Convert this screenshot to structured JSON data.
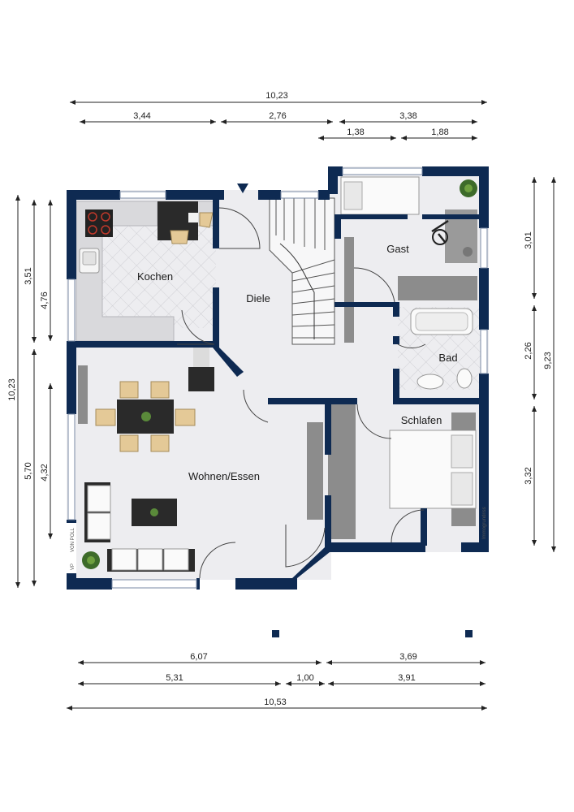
{
  "colors": {
    "wall": "#0e2a52",
    "floor": "#ededf0",
    "tile": "#e6e6e9",
    "dimension": "#222222",
    "furniture_dark": "#2a2a2a",
    "furniture_grey": "#8c8c8c"
  },
  "rooms": {
    "kochen": "Kochen",
    "diele": "Diele",
    "gast": "Gast",
    "bad": "Bad",
    "schlafen": "Schlafen",
    "wohnen": "Wohnen/Essen"
  },
  "dimensions": {
    "top_total": "10,23",
    "top_left": "3,44",
    "top_middle": "2,76",
    "top_right": "3,38",
    "top_right_a": "1,38",
    "top_right_b": "1,88",
    "bottom_upper_left": "6,07",
    "bottom_upper_right": "3,69",
    "bottom_middle_left": "5,31",
    "bottom_middle_mid": "1,00",
    "bottom_middle_right": "3,91",
    "bottom_total": "10,53",
    "left_total": "10,23",
    "left_a": "3,51",
    "left_b": "4,76",
    "left_c": "5,70",
    "left_d": "4,32",
    "right_a": "3,01",
    "right_b": "2,26",
    "right_c": "3,32",
    "right_total": "9,23"
  },
  "labels": {
    "brand": "VON POLL",
    "brand_short": "VP",
    "watermark": "Immogrundriss"
  },
  "icons": [
    "plant-icon",
    "stove-icon",
    "sink-icon",
    "bathtub-icon",
    "toilet-icon",
    "bed-icon",
    "sofa-icon",
    "dining-table-icon",
    "entrance-arrow-icon"
  ]
}
